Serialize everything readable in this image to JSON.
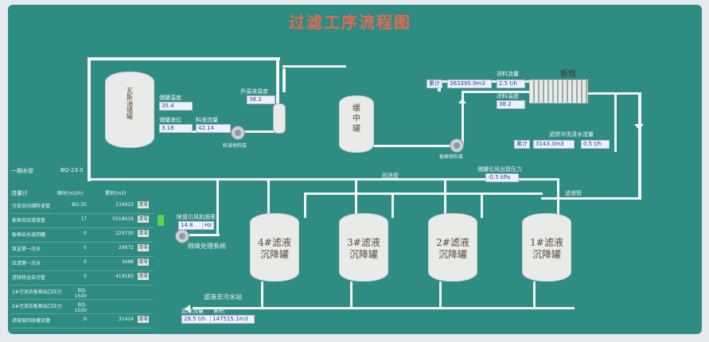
{
  "title": "过滤工序流程图",
  "tanks": {
    "storage": "瓦斯油储罐",
    "buffer": "缓\n中\n罐",
    "t4": "4#滤液\n沉降罐",
    "t3": "3#滤液\n沉降罐",
    "t2": "2#滤液\n沉降罐",
    "t1": "1#滤液\n沉降罐"
  },
  "labels": {
    "tank_temp": "储罐温度",
    "tank_temp_val": "35.4",
    "tank_level": "储罐液位",
    "tank_level_val": "3.18",
    "pump_freq": "料液流量",
    "pump_freq_val": "42.14",
    "pump_name": "料液供料泵",
    "heater_temp": "升温液温度",
    "heater_temp_val": "38.3",
    "feed_pump": "板框供料泵",
    "frame": "板框",
    "inlet_flow": "进料流量",
    "inlet_flow_btn": "累计",
    "inlet_total": "363395.9m3",
    "inlet_flow_val": "2.5 t/h",
    "inlet_temp": "进料温度",
    "inlet_temp_val": "38.2",
    "wash_flow": "滤饼冲洗清水流量",
    "wash_btn": "累计",
    "wash_total": "3143.3m3",
    "wash_val": "0.5 t/h",
    "pressure": "储罐引风出管压力",
    "pressure_val": "-0.5 kPa",
    "return_pipe": "回洗管",
    "filter_pipe": "滤液管",
    "fan": "除臭引风机频率",
    "fan_val": "14.8",
    "fan_unit": "Hz",
    "fan_system": "除味处理系统",
    "waste": "滤液去污水站",
    "waste_total_lbl": "滤液流量",
    "waste_acc_lbl": "累积",
    "waste_flow": "28.5 t/h",
    "waste_total": "147515.1m3"
  },
  "panel": {
    "top_label": "一期水管",
    "top_code": "BQ-23.0",
    "col_name": "流量计",
    "col_a": "瞬时(m3/h)",
    "col_b": "累积(m3)",
    "rows": [
      {
        "name": "污泥去向储料液管",
        "a": "BQ-25",
        "b": "134023",
        "btn": "清零"
      },
      {
        "name": "板框去压滤液管",
        "a": "17",
        "b": "5018416",
        "btn": "清零"
      },
      {
        "name": "板框出水返回罐",
        "a": "0",
        "b": "229730",
        "btn": "清零"
      },
      {
        "name": "泵送第一次水",
        "a": "0",
        "b": "29872",
        "btn": "清零"
      },
      {
        "name": "压滤第一次水",
        "a": "0",
        "b": "3488",
        "btn": "清零"
      },
      {
        "name": "滤饼转运去污管",
        "a": "0",
        "b": "419583",
        "btn": "清零"
      },
      {
        "name": "1#污泥去板框出口压力",
        "a": "BQ-1500",
        "b": "",
        "btn": ""
      },
      {
        "name": "2#污泥去板框出口压力",
        "a": "BQ-1500",
        "b": "",
        "btn": ""
      },
      {
        "name": "滤液泵回收罐流量",
        "a": "0",
        "b": "31424",
        "btn": "清零"
      }
    ]
  },
  "colors": {
    "background": "#2f8c83",
    "title": "#e36a4f",
    "pipe": "#f3f6f7",
    "value_box": "#eef2f7"
  }
}
